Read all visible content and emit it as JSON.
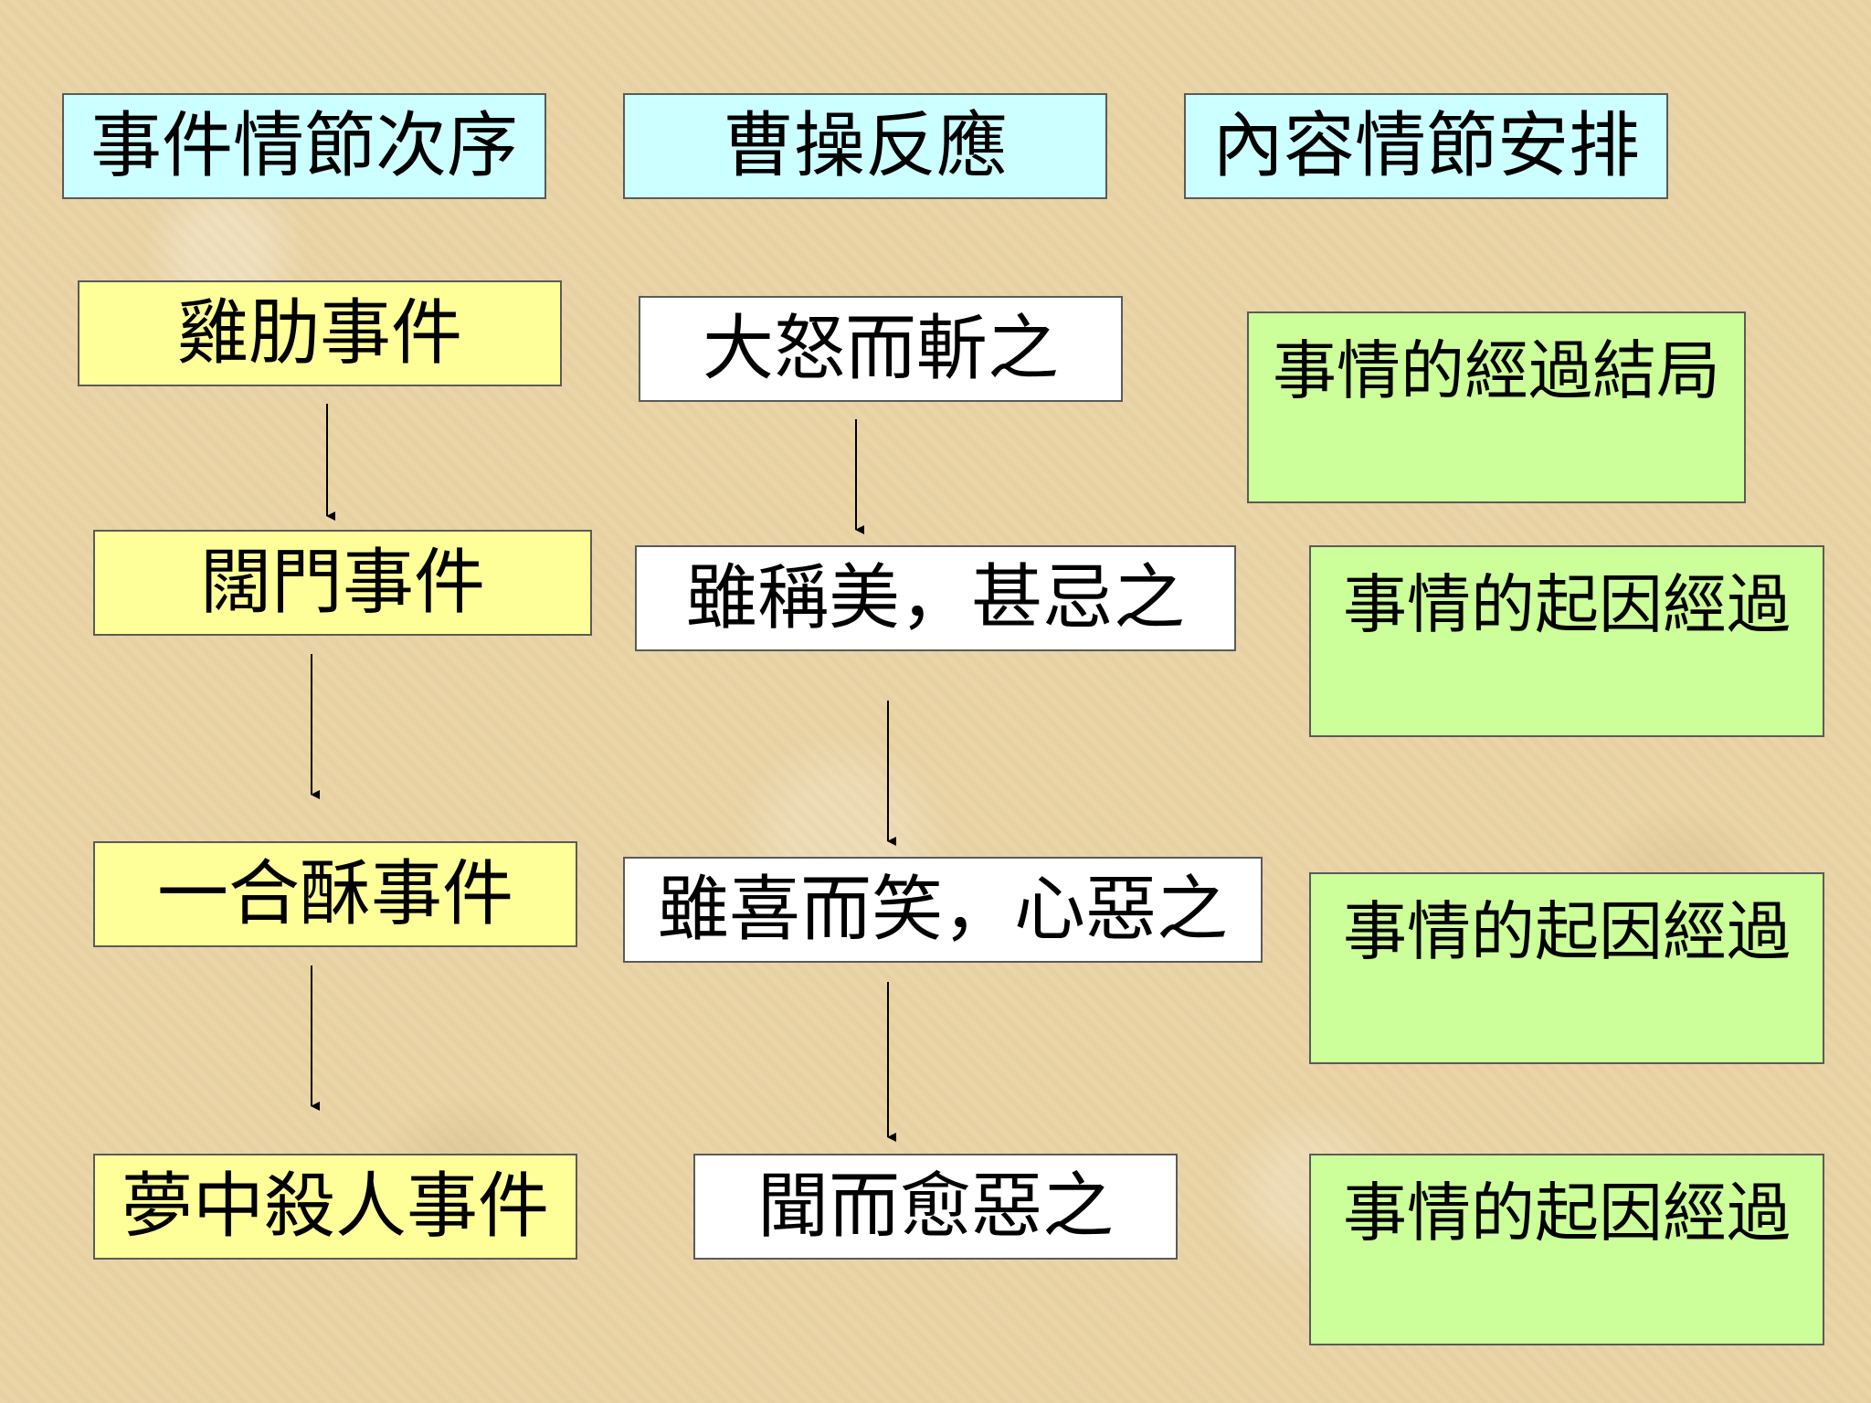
{
  "headers": {
    "sequence": "事件情節次序",
    "reaction": "曹操反應",
    "arrangement": "內容情節安排"
  },
  "events": [
    "雞肋事件",
    "闊門事件",
    "一合酥事件",
    "夢中殺人事件"
  ],
  "reactions": [
    "大怒而斬之",
    "雖稱美，甚忌之",
    "雖喜而笑，心惡之",
    "聞而愈惡之"
  ],
  "arrangements": [
    "事情的經過結局",
    "事情的起因經過",
    "事情的起因經過",
    "事情的起因經過"
  ],
  "colors": {
    "header_fill": "#ccffff",
    "event_fill": "#ffff99",
    "reaction_fill": "#ffffff",
    "arrangement_fill": "#ccff99"
  }
}
